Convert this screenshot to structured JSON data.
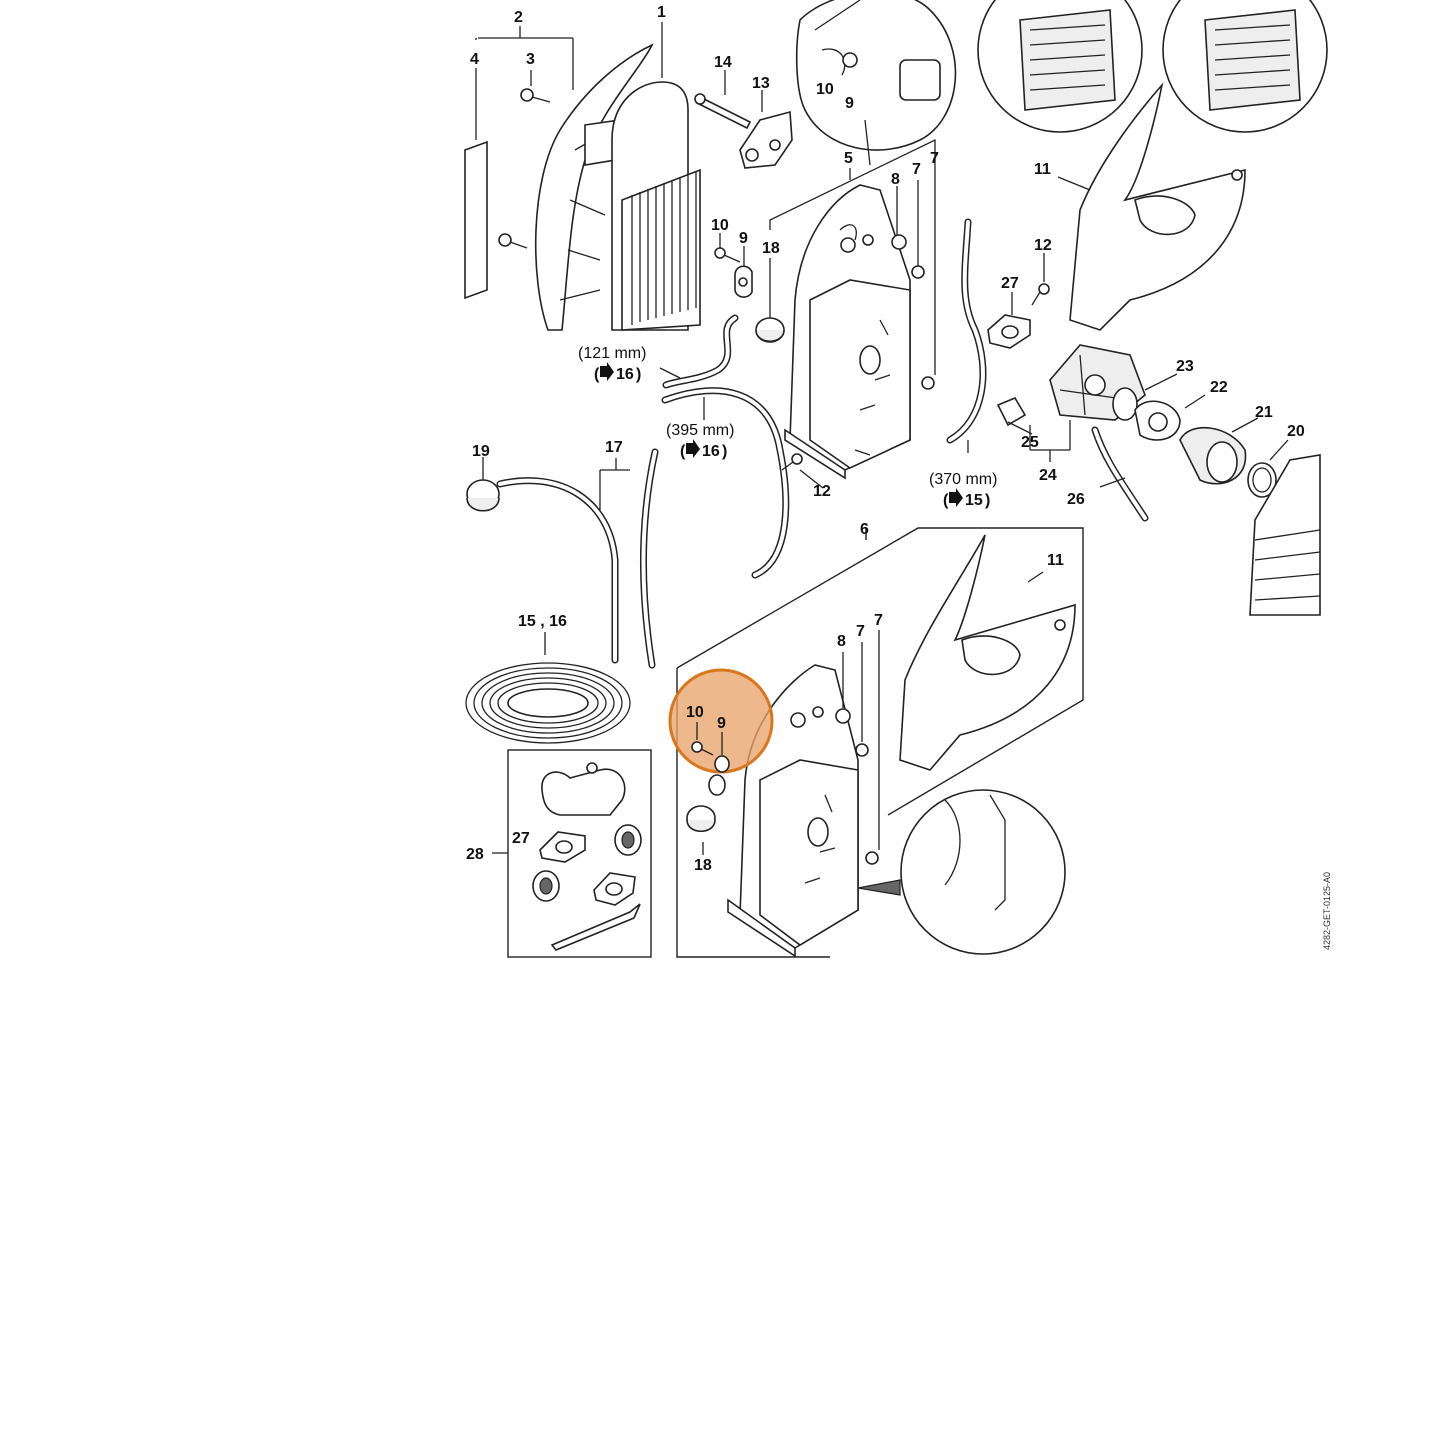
{
  "diagram": {
    "labels": {
      "p1": "1",
      "p2": "2",
      "p3": "3",
      "p4": "4",
      "p5": "5",
      "p6": "6",
      "p7a": "7",
      "p7b": "7",
      "p7c": "7",
      "p7d": "7",
      "p8a": "8",
      "p8b": "8",
      "p9a": "9",
      "p9b": "9",
      "p9c": "9",
      "p10a": "10",
      "p10b": "10",
      "p10c": "10",
      "p11a": "11",
      "p11b": "11",
      "p12a": "12",
      "p12b": "12",
      "p13": "13",
      "p14": "14",
      "p15_16": "15 , 16",
      "p17": "17",
      "p18a": "18",
      "p18b": "18",
      "p19": "19",
      "p20": "20",
      "p21": "21",
      "p22": "22",
      "p23": "23",
      "p24": "24",
      "p25": "25",
      "p26": "26",
      "p27a": "27",
      "p27b": "27",
      "p28": "28"
    },
    "dimensions": {
      "d121": "(121 mm)",
      "d121_ref": "16",
      "d395": "(395 mm)",
      "d395_ref": "16",
      "d370": "(370 mm)",
      "d370_ref": "15"
    },
    "drawing_ref": "4282-GET-0125-A0",
    "highlight_color": "#e8a46a",
    "highlight_border": "#d9771f"
  }
}
